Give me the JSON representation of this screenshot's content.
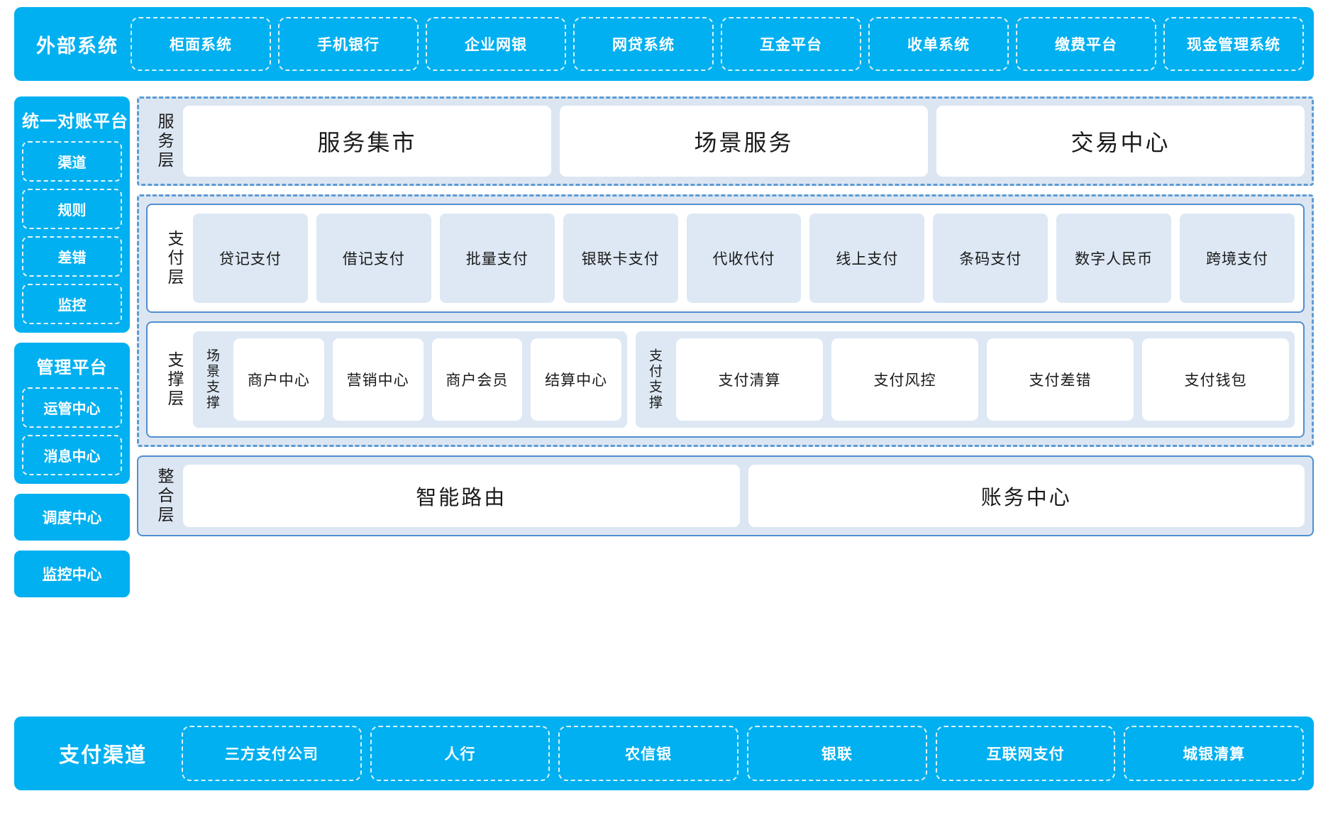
{
  "external": {
    "title": "外部系统",
    "items": [
      "柜面系统",
      "手机银行",
      "企业网银",
      "网贷系统",
      "互金平台",
      "收单系统",
      "缴费平台",
      "现金管理系统"
    ]
  },
  "left_rail": {
    "reconciliation": {
      "title": "统一对账平台",
      "items": [
        "渠道",
        "规则",
        "差错",
        "监控"
      ]
    },
    "management": {
      "title": "管理平台",
      "items": [
        "运管中心",
        "消息中心"
      ]
    },
    "standalone": [
      "调度中心",
      "监控中心"
    ]
  },
  "service_layer": {
    "label": "服务层",
    "items": [
      "服务集市",
      "场景服务",
      "交易中心"
    ]
  },
  "payment_layer": {
    "label": "支付层",
    "items": [
      "贷记支付",
      "借记支付",
      "批量支付",
      "银联卡支付",
      "代收代付",
      "线上支付",
      "条码支付",
      "数字人民币",
      "跨境支付"
    ]
  },
  "support_layer": {
    "label": "支撑层",
    "groups": [
      {
        "label": "场景支撑",
        "items": [
          "商户中心",
          "营销中心",
          "商户会员",
          "结算中心"
        ]
      },
      {
        "label": "支付支撑",
        "items": [
          "支付清算",
          "支付风控",
          "支付差错",
          "支付钱包"
        ]
      }
    ]
  },
  "integration_layer": {
    "label": "整合层",
    "items": [
      "智能路由",
      "账务中心"
    ]
  },
  "channels": {
    "title": "支付渠道",
    "items": [
      "三方支付公司",
      "人行",
      "农信银",
      "银联",
      "互联网支付",
      "城银清算"
    ]
  },
  "colors": {
    "brand_blue": "#00b0f0",
    "panel_fill": "#dce6f2",
    "panel_border": "#5b9bd5",
    "card_fill": "#dde8f4",
    "inner_border": "#4f8fd0"
  }
}
